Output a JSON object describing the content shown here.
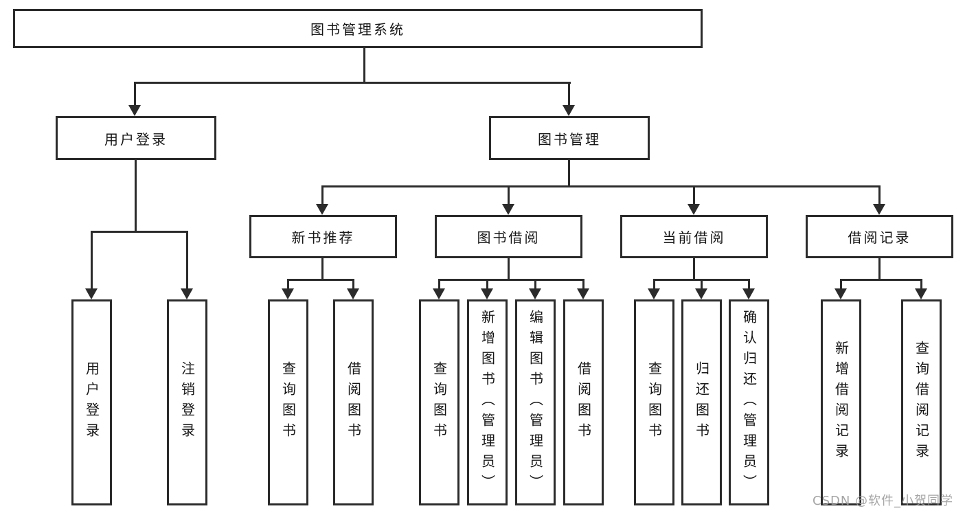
{
  "diagram_title": "图书管理系统",
  "nodes": {
    "root": {
      "label": "图书管理系统"
    },
    "user_login": {
      "label": "用户登录"
    },
    "book_mgmt": {
      "label": "图书管理"
    },
    "new_book_rec": {
      "label": "新书推荐"
    },
    "book_borrow": {
      "label": "图书借阅"
    },
    "current_borrow": {
      "label": "当前借阅"
    },
    "borrow_records": {
      "label": "借阅记录"
    },
    "leaf_user_login": {
      "label": "用户登录"
    },
    "leaf_logout": {
      "label": "注销登录"
    },
    "leaf_nbr_query": {
      "label": "查询图书"
    },
    "leaf_nbr_borrow": {
      "label": "借阅图书"
    },
    "leaf_bb_query": {
      "label": "查询图书"
    },
    "leaf_bb_add": {
      "label": "新增图书（管理员）"
    },
    "leaf_bb_edit": {
      "label": "编辑图书（管理员）"
    },
    "leaf_bb_borrow": {
      "label": "借阅图书"
    },
    "leaf_cb_query": {
      "label": "查询图书"
    },
    "leaf_cb_return": {
      "label": "归还图书"
    },
    "leaf_cb_confirm": {
      "label": "确认归还（管理员）"
    },
    "leaf_br_add": {
      "label": "新增借阅记录"
    },
    "leaf_br_query": {
      "label": "查询借阅记录"
    }
  },
  "structure": {
    "图书管理系统": [
      "用户登录",
      "图书管理"
    ],
    "用户登录": [
      "用户登录",
      "注销登录"
    ],
    "图书管理": [
      "新书推荐",
      "图书借阅",
      "当前借阅",
      "借阅记录"
    ],
    "新书推荐": [
      "查询图书",
      "借阅图书"
    ],
    "图书借阅": [
      "查询图书",
      "新增图书（管理员）",
      "编辑图书（管理员）",
      "借阅图书"
    ],
    "当前借阅": [
      "查询图书",
      "归还图书",
      "确认归还（管理员）"
    ],
    "借阅记录": [
      "新增借阅记录",
      "查询借阅记录"
    ]
  },
  "watermark": {
    "text": "CSDN @软件_小贺同学"
  },
  "colors": {
    "line": "#2b2b2b",
    "text": "#161616",
    "background": "#ffffff",
    "watermark": "#989898"
  }
}
